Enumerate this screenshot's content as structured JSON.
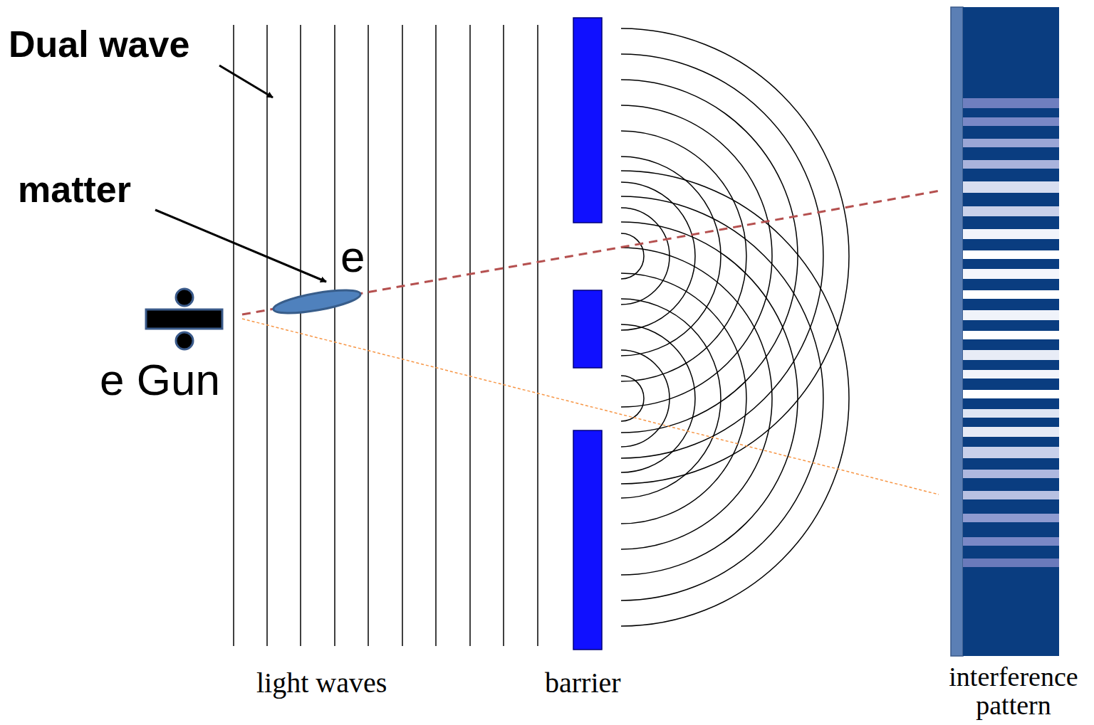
{
  "diagram": {
    "labels": [
      "Dual wave",
      "matter",
      "e",
      "e Gun",
      "light waves",
      "barrier",
      "interference pattern"
    ]
  }
}
